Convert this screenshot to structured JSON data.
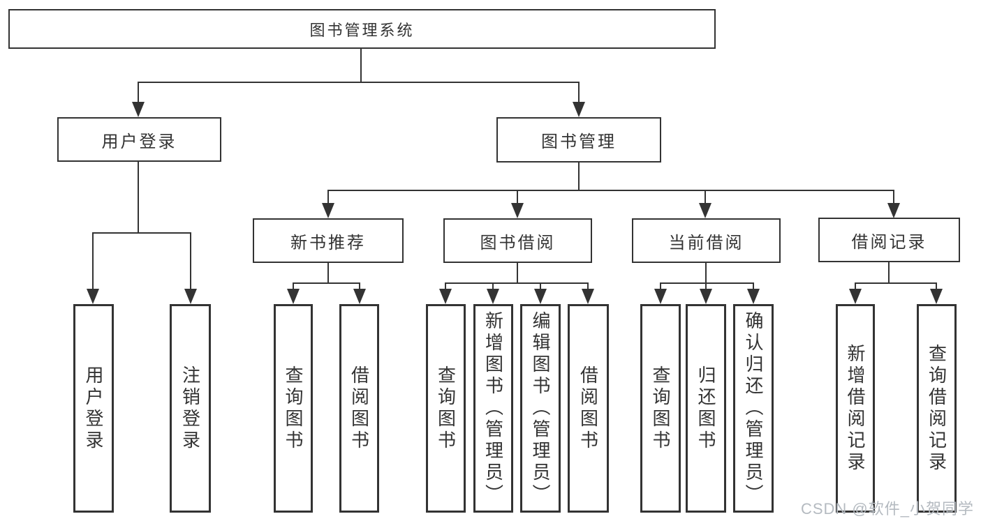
{
  "diagram_title": "图书管理系统",
  "tree": {
    "label": "图书管理系统",
    "children": [
      {
        "label": "用户登录",
        "children": [
          {
            "label": "用户登录"
          },
          {
            "label": "注销登录"
          }
        ]
      },
      {
        "label": "图书管理",
        "children": [
          {
            "label": "新书推荐",
            "children": [
              {
                "label": "查询图书"
              },
              {
                "label": "借阅图书"
              }
            ]
          },
          {
            "label": "图书借阅",
            "children": [
              {
                "label": "查询图书"
              },
              {
                "label": "新增图书（管理员）"
              },
              {
                "label": "编辑图书（管理员）"
              },
              {
                "label": "借阅图书"
              }
            ]
          },
          {
            "label": "当前借阅",
            "children": [
              {
                "label": "查询图书"
              },
              {
                "label": "归还图书"
              },
              {
                "label": "确认归还（管理员）"
              }
            ]
          },
          {
            "label": "借阅记录",
            "children": [
              {
                "label": "新增借阅记录"
              },
              {
                "label": "查询借阅记录"
              }
            ]
          }
        ]
      }
    ]
  },
  "watermark": {
    "text": "CSDN @软件_小贺同学"
  },
  "colors": {
    "line": "#333333",
    "box_border": "#333333",
    "text": "#333333",
    "background": "#ffffff",
    "watermark": "#b4bac0"
  }
}
